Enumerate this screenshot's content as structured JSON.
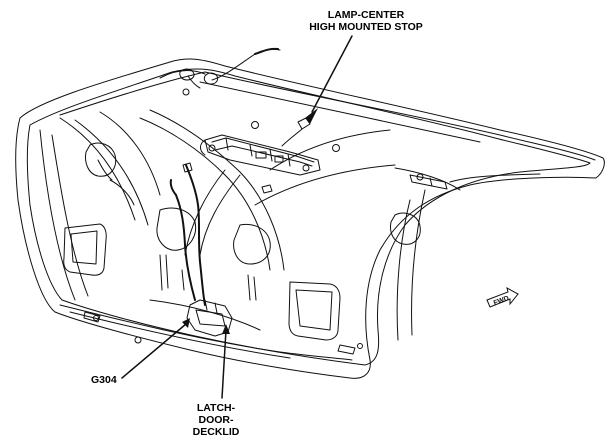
{
  "callouts": {
    "lamp": [
      "LAMP-CENTER",
      "HIGH MOUNTED STOP"
    ],
    "ground": "G304",
    "latch": [
      "LATCH-",
      "DOOR-",
      "DECKLID"
    ]
  },
  "direction_marker": "FWD"
}
